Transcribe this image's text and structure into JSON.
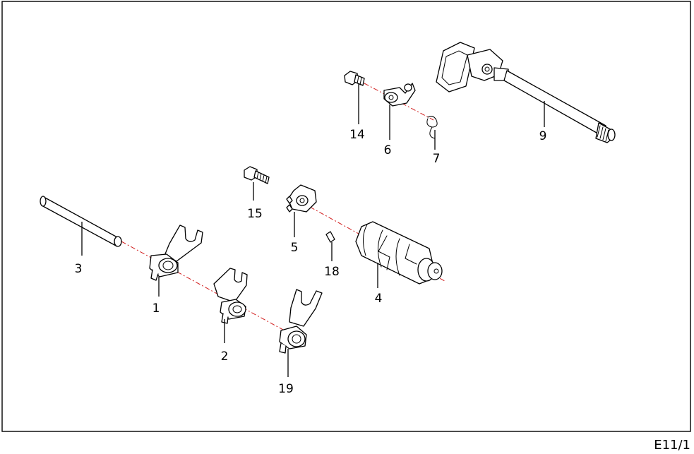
{
  "page_id": "E11/1",
  "colors": {
    "line": "#000000",
    "centerline": "#d11b1b",
    "background": "#ffffff"
  },
  "callouts": {
    "c1": "1",
    "c2": "2",
    "c3": "3",
    "c4": "4",
    "c5": "5",
    "c6": "6",
    "c7": "7",
    "c9": "9",
    "c14": "14",
    "c15": "15",
    "c18": "18",
    "c19": "19"
  }
}
